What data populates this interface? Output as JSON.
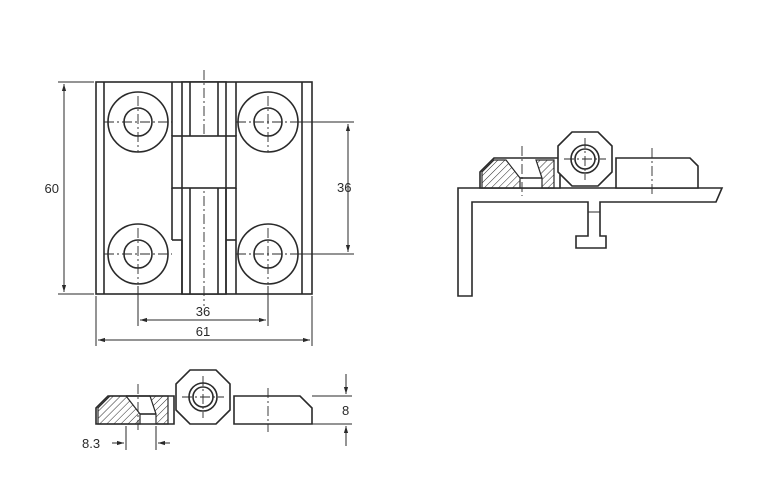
{
  "dimensions": {
    "height_total": "60",
    "hole_spacing_vertical": "36",
    "hole_spacing_horizontal": "36",
    "width_total": "61",
    "thickness": "8",
    "countersink_offset": "8.3"
  },
  "colors": {
    "line": "#2a2a2a",
    "background": "#ffffff"
  }
}
